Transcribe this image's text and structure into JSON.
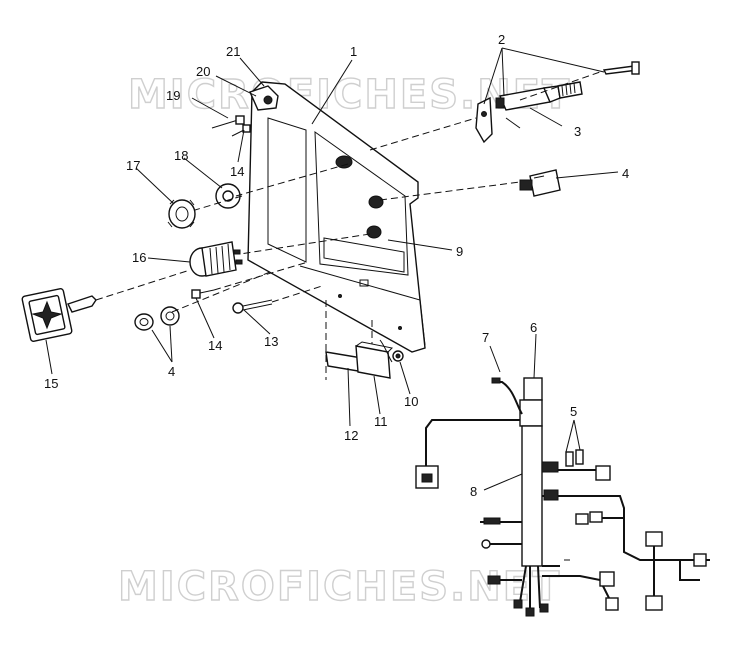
{
  "watermark": {
    "text_top": "MICROFICHES.NET",
    "text_bottom": "MICROFICHES.NET"
  },
  "callouts": {
    "c1": "1",
    "c2": "2",
    "c3": "3",
    "c4a": "4",
    "c4b": "4",
    "c5": "5",
    "c6": "6",
    "c7": "7",
    "c8": "8",
    "c9": "9",
    "c10": "10",
    "c11": "11",
    "c12": "12",
    "c13": "13",
    "c14a": "14",
    "c14b": "14",
    "c15": "15",
    "c16": "16",
    "c17": "17",
    "c18": "18",
    "c19": "19",
    "c20": "20",
    "c21": "21"
  }
}
